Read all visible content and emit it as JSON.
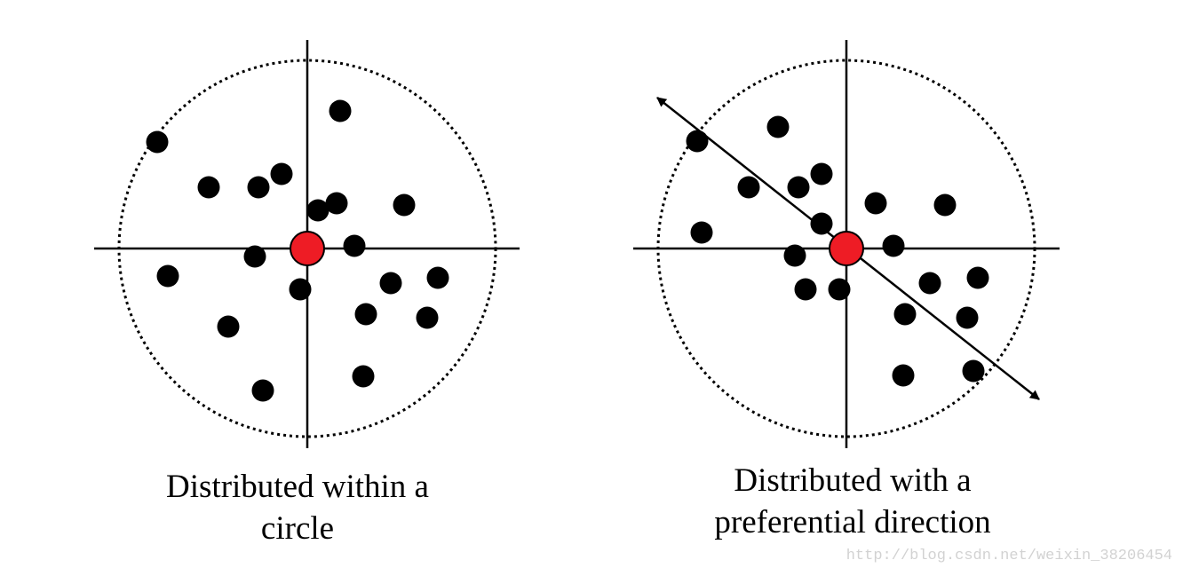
{
  "captions": {
    "left": {
      "line1": "Distributed within a",
      "line2": "circle"
    },
    "right": {
      "line1": "Distributed with a",
      "line2": "preferential direction"
    }
  },
  "watermark": "http://blog.csdn.net/weixin_38206454",
  "colors": {
    "center_point": "#ee1c25",
    "points": "#000000",
    "axes": "#000000",
    "boundary": "#000000"
  },
  "icons": {
    "direction_arrow": "double-headed-arrow-icon"
  }
}
